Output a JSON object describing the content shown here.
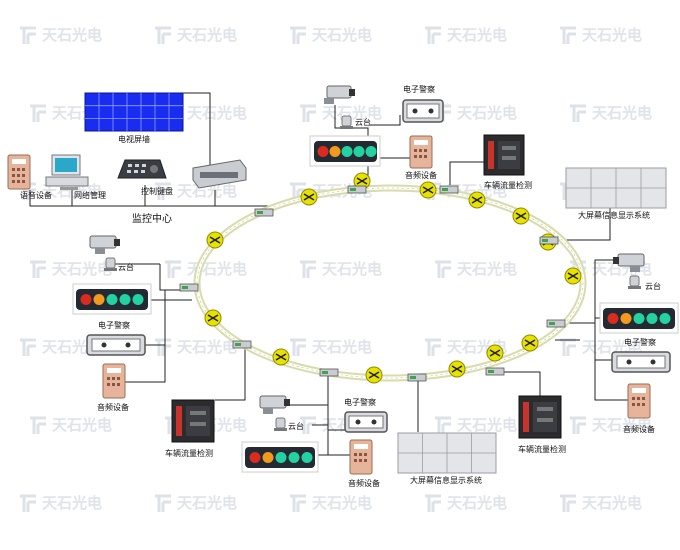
{
  "watermark": {
    "text": "天石光电",
    "logo": "tf-logo-watermark"
  },
  "center": {
    "label": "监控中心"
  },
  "colors": {
    "ring_outer": "#d8dcaa",
    "ring_inner": "#ffffff",
    "wire": "#222222",
    "tv_wall": "#1a2cf0",
    "node": "#e8e200",
    "device_body": "#c9ccd1",
    "signal_panel": "#232a33",
    "signal_red": "#d92b1e",
    "signal_amber": "#f19a1d",
    "signal_green": "#23d2a0",
    "audio_unit": "#e6b49b",
    "flow_detector": "#2c2c2e",
    "flow_accent": "#c8342b"
  },
  "labels": {
    "tv_wall": "电视屏墙",
    "voice": "语音设备",
    "network": "网络管理",
    "keyboard": "控制键盘",
    "police_top": "电子警察",
    "ptz_top": "云台",
    "audio_top": "音频设备",
    "flow_top": "车辆流量检测",
    "bigscreen_right": "大屏幕信息显示系统",
    "ptz_left": "云台",
    "police_left": "电子警察",
    "audio_left": "音频设备",
    "police_right": "电子警察",
    "ptz_right": "云台",
    "audio_right": "音频设备",
    "flow_left": "车辆流量检测",
    "police_bottom": "电子警察",
    "ptz_bottom": "云台",
    "audio_bottom": "音频设备",
    "bigscreen_bottom": "大屏幕信息显示系统",
    "flow_bottom": "车辆流量检测"
  }
}
